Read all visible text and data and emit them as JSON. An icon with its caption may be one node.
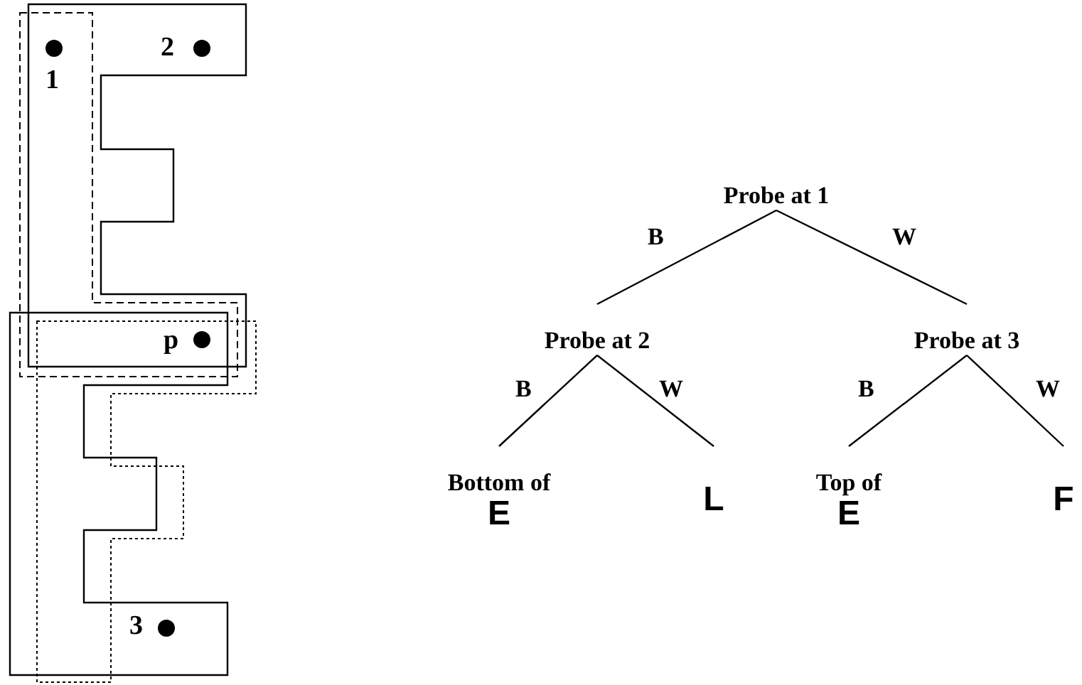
{
  "diagram": {
    "nodes": [
      {
        "text": [
          "Probe at 1"
        ]
      },
      {
        "text": [
          "Probe at 2"
        ]
      },
      {
        "text": [
          "Probe at 3"
        ]
      },
      {
        "text": [
          "Bottom of",
          "E"
        ]
      },
      {
        "text": [
          "L"
        ]
      },
      {
        "text": [
          "Top of",
          "E"
        ]
      },
      {
        "text": [
          "F"
        ]
      }
    ],
    "edges": [
      {
        "from": 0,
        "to": 1,
        "arrow": "none",
        "label": "B"
      },
      {
        "from": 0,
        "to": 2,
        "arrow": "none",
        "label": "W"
      },
      {
        "from": 1,
        "to": 3,
        "arrow": "none",
        "label": "B"
      },
      {
        "from": 1,
        "to": 4,
        "arrow": "none",
        "label": "W"
      },
      {
        "from": 2,
        "to": 5,
        "arrow": "none",
        "label": "B"
      },
      {
        "from": 2,
        "to": 6,
        "arrow": "none",
        "label": "W"
      }
    ],
    "labels": [
      "1",
      "2",
      "p",
      "3"
    ]
  }
}
